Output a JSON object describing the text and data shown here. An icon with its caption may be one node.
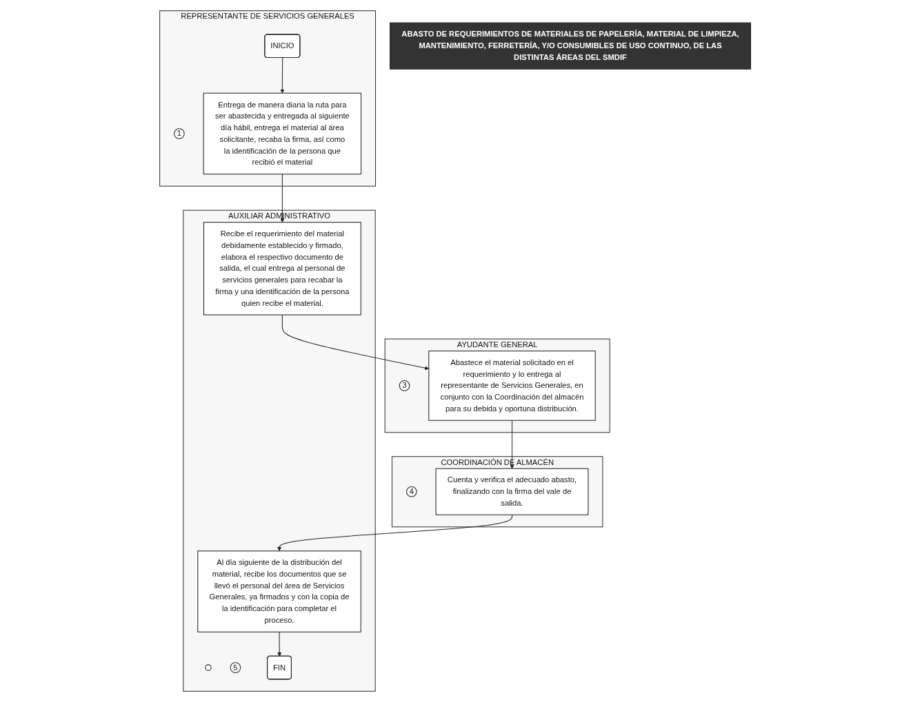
{
  "diagram": {
    "nodes": [
      {
        "text": [
          "REPRESENTANTE DE SERVICIOS GENERALES"
        ]
      },
      {
        "text": [
          "ABASTO DE REQUERIMIENTOS DE MATERIALES DE PAPELERÍA, MATERIAL DE LIMPIEZA, MANTENIMIENTO, FERRETERÍA, Y/O CONSUMIBLES DE USO CONTINUO, DE LAS DISTINTAS ÁREAS DEL SMDIF"
        ]
      },
      {
        "text": [
          "COORDINACIÓN DE ALMACÉN"
        ]
      },
      {
        "text": [
          "AUXILIAR ADMINISTRATIVO"
        ]
      },
      {
        "text": [
          "AYUDANTE GENERAL"
        ]
      },
      {
        "text": [
          "INICIO"
        ],
        "in": 0
      },
      {
        "text": [
          "1"
        ],
        "in": 0
      },
      {
        "text": [
          "Entrega de manera diaria la ruta para ser abastecida y entregada al siguiente día hábil, entrega el material al área solicitante, recaba la firma, así como la identificación de la persona que recibió el material"
        ],
        "in": 0
      },
      {
        "text": [],
        "shape": "circle",
        "in": 3
      },
      {
        "text": [
          "Recibe el requerimiento del material debidamente establecido y firmado, elabora el respectivo documento de salida, el cual entrega al personal de servicios generales para recabar la firma y una identificación de la persona quien recibe el material."
        ],
        "in": 3
      },
      {
        "text": [
          "3"
        ],
        "in": 4
      },
      {
        "text": [
          "Abastece el material solicitado en el requerimiento y lo entrega al representante de Servicios Generales, en conjunto con la Coordinación del almacén para su debida y oportuna distribución."
        ],
        "in": 4
      },
      {
        "text": [
          "4"
        ],
        "in": 2
      },
      {
        "text": [
          "Cuenta y verifica el adecuado abasto, finalizando con la firma del vale de salida."
        ],
        "in": 2
      },
      {
        "text": [
          "5"
        ],
        "in": 3
      },
      {
        "text": [
          "Al día siguiente de la distribución del material, recibe los documentos que se llevó el personal del área de Servicios Generales, ya firmados y con la copia de la identificación para completar el proceso."
        ],
        "in": 3
      },
      {
        "text": [
          "FIN"
        ],
        "in": 3
      }
    ],
    "edges": [
      {
        "from": 5,
        "to": 7,
        "arrow": "to"
      },
      {
        "from": 7,
        "to": 9,
        "arrow": "to"
      },
      {
        "from": 9,
        "to": 11,
        "arrow": "to"
      },
      {
        "from": 11,
        "to": 13,
        "arrow": "to"
      },
      {
        "from": 13,
        "to": 15,
        "arrow": "to"
      },
      {
        "from": 15,
        "to": 16,
        "arrow": "to"
      }
    ]
  }
}
